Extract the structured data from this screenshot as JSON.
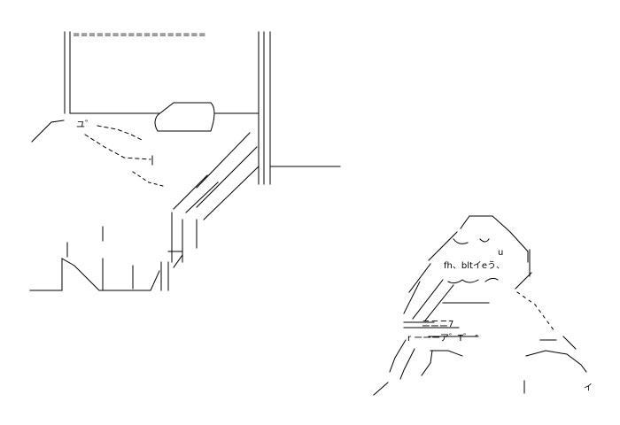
{
  "canvas": {
    "background": "#ffffff",
    "ink_color": "#000000"
  },
  "scene_left": {
    "subject": "person kneeling beside a blackboard",
    "board_top_rail": "=================",
    "scrawl": "ユ゛"
  },
  "scene_right": {
    "subject": "crouching figure with hands near face",
    "face_text": "fh、bltイeう、",
    "mark_u": "u",
    "underline_text": "ニニニ7",
    "hand_marks": "r ーーーア゛T゛ ″",
    "tail_mark": "イ"
  }
}
